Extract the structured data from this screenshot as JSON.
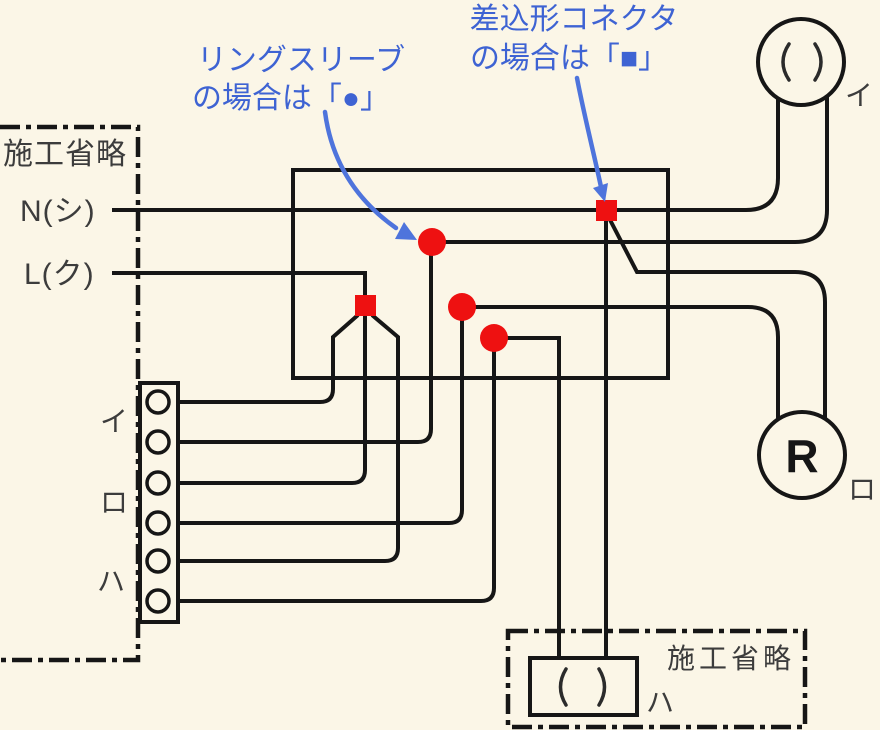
{
  "colors": {
    "background": "#FBF6E7",
    "line": "#161616",
    "label_gray": "#3C3C3C",
    "red": "#EE1111",
    "blue_text": "#3E63D3",
    "blue_arrow": "#4E74DC"
  },
  "callouts": {
    "ring_sleeve": {
      "line1": "リングスリーブ",
      "line2": "の場合は「●」"
    },
    "connector": {
      "line1": "差込形コネクタ",
      "line2": "の場合は「■」"
    }
  },
  "source_region": {
    "label": "施工省略",
    "neutral": "N(シ)",
    "live": "L(ク)"
  },
  "switch_box": {
    "labels": {
      "i": "イ",
      "ro": "ロ",
      "ha": "ハ"
    }
  },
  "devices": {
    "lamp_top_label": "イ",
    "receptacle_letter": "R",
    "receptacle_label": "ロ",
    "lamp_bottom_label": "ハ",
    "bottom_region_label": "施工省略"
  }
}
